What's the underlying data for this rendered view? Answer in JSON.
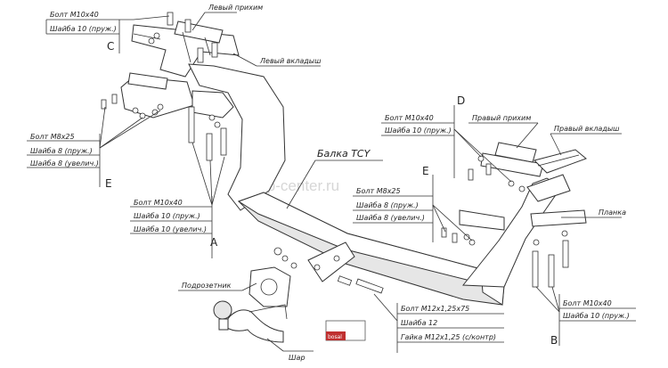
{
  "watermark": "farkop-center.ru",
  "labels": {
    "c_bolt": "Болт M10x40",
    "c_washer": "Шайба 10 (пруж.)",
    "c_letter": "C",
    "left_clamp": "Левый прихим",
    "left_insert": "Левый вкладыш",
    "e_left_bolt": "Болт M8x25",
    "e_left_washer1": "Шайба 8 (пруж.)",
    "e_left_washer2": "Шайба 8 (увелич.)",
    "e_left_letter": "E",
    "a_bolt": "Болт M10x40",
    "a_washer1": "Шайба 10 (пруж.)",
    "a_washer2": "Шайба 10 (увелич.)",
    "a_letter": "A",
    "d_bolt": "Болт M10x40",
    "d_washer": "Шайба 10 (пруж.)",
    "d_letter": "D",
    "right_clamp": "Правый прихим",
    "right_insert": "Правый вкладыш",
    "beam": "Балка TCY",
    "e_right_bolt": "Болт M8x25",
    "e_right_washer1": "Шайба 8 (пруж.)",
    "e_right_washer2": "Шайба 8 (увелич.)",
    "e_right_letter": "E",
    "plate": "Планка",
    "socket_holder": "Подрозетник",
    "b_bolt": "Болт M10x40",
    "b_washer": "Шайба 10 (пруж.)",
    "b_letter": "B",
    "ball_bolt": "Болт M12x1,25x75",
    "ball_washer": "Шайба 12",
    "ball_nut": "Гайка M12x1,25 (с/контр)",
    "ball": "Шар",
    "brand": "bosal"
  }
}
